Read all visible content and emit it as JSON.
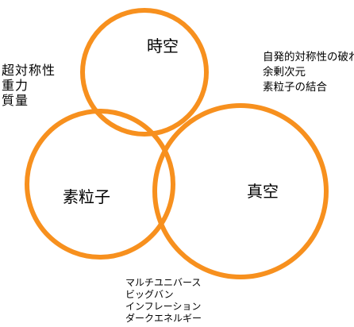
{
  "diagram": {
    "circles": [
      {
        "id": "time-space",
        "label": "時空"
      },
      {
        "id": "particles",
        "label": "素粒子"
      },
      {
        "id": "vacuum",
        "label": "真空"
      }
    ],
    "ring_color": "#F7901E"
  },
  "notes": {
    "time_space_particles": [
      "超対称性",
      "重力",
      "質量"
    ],
    "time_space_vacuum": [
      "自発的対称性の破れ",
      "余剰次元",
      "素粒子の結合"
    ],
    "particles_vacuum": [
      "マルチユニバース",
      "ビッグバン",
      "インフレーション",
      "ダークエネルギー"
    ]
  }
}
